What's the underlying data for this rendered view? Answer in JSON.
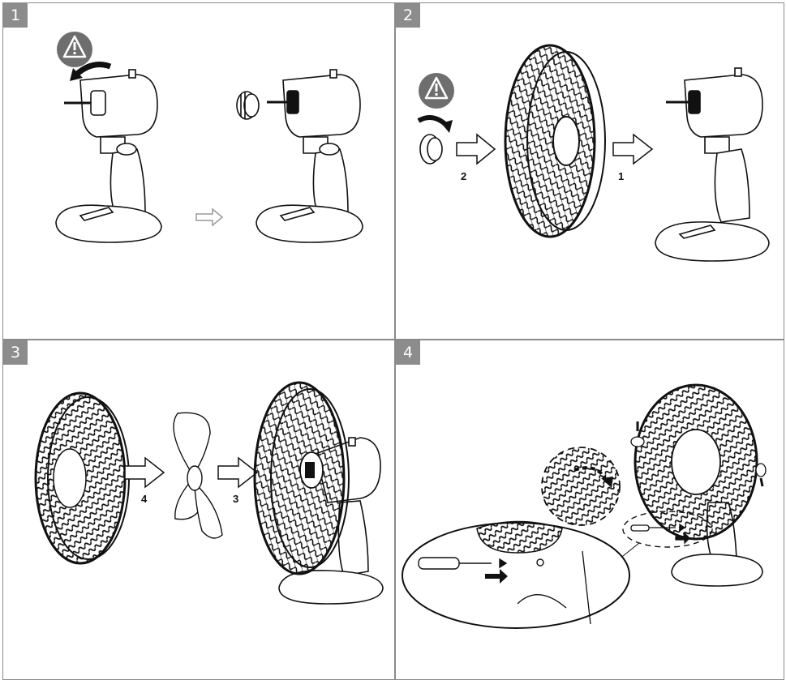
{
  "panels": [
    {
      "number": "1"
    },
    {
      "number": "2",
      "arrow_labels": [
        "2",
        "1"
      ]
    },
    {
      "number": "3",
      "arrow_labels": [
        "4",
        "3"
      ]
    },
    {
      "number": "4"
    }
  ],
  "warning_icon": "warning-triangle-icon",
  "colors": {
    "frame": "#8a8a8a",
    "badge": "#8c8c8c",
    "line": "#1a1a1a",
    "warning": "#6e6e6e"
  }
}
